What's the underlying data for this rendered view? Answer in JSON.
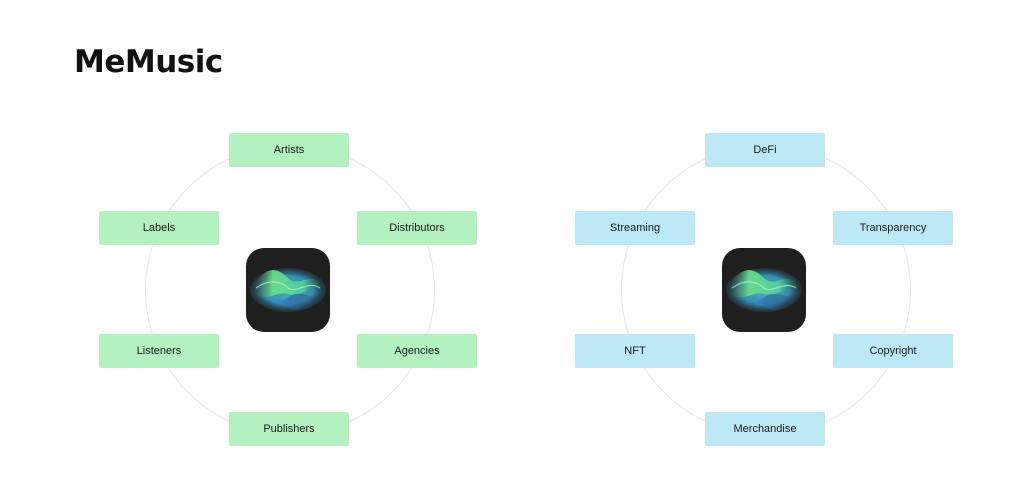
{
  "title": "MeMusic",
  "colors": {
    "green_node": "#b3f2c0",
    "blue_node": "#bde9f7",
    "icon_background": "#1f1f1f"
  },
  "left_diagram": {
    "center_icon": "music-wave-app-icon",
    "nodes": {
      "top": "Artists",
      "upper_left": "Labels",
      "upper_right": "Distributors",
      "lower_left": "Listeners",
      "lower_right": "Agencies",
      "bottom": "Publishers"
    }
  },
  "right_diagram": {
    "center_icon": "music-wave-app-icon",
    "nodes": {
      "top": "DeFi",
      "upper_left": "Streaming",
      "upper_right": "Transparency",
      "lower_left": "NFT",
      "lower_right": "Copyright",
      "bottom": "Merchandise"
    }
  }
}
